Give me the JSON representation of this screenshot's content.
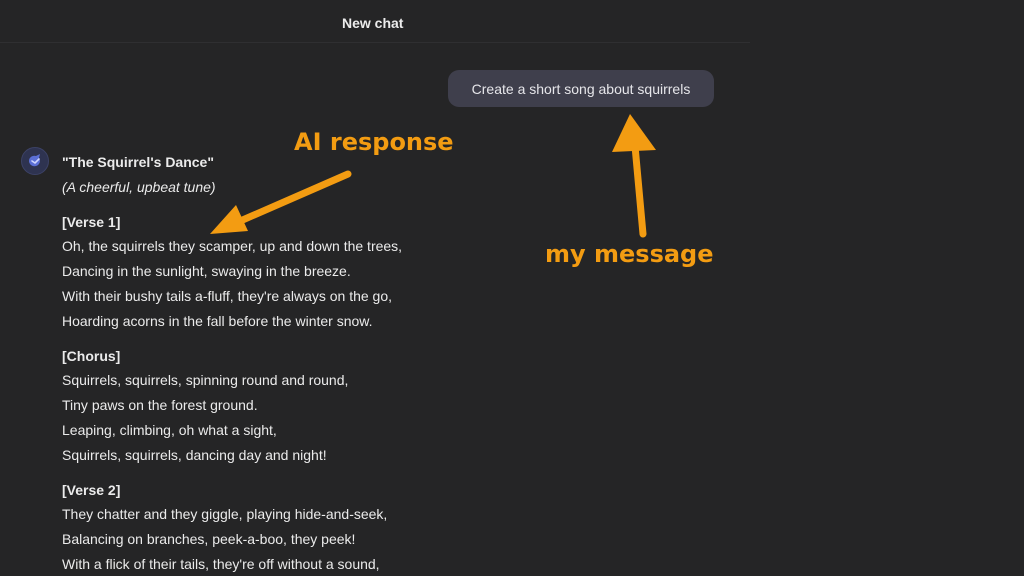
{
  "header": {
    "title": "New chat"
  },
  "user_message": {
    "text": "Create a short song about squirrels"
  },
  "ai_response": {
    "title": "\"The Squirrel's Dance\"",
    "subtitle": "(A cheerful, upbeat tune)",
    "stanzas": [
      {
        "label": "[Verse 1]",
        "lines": [
          "Oh, the squirrels they scamper, up and down the trees,",
          "Dancing in the sunlight, swaying in the breeze.",
          "With their bushy tails a-fluff, they're always on the go,",
          "Hoarding acorns in the fall before the winter snow."
        ]
      },
      {
        "label": "[Chorus]",
        "lines": [
          "Squirrels, squirrels, spinning round and round,",
          "Tiny paws on the forest ground.",
          "Leaping, climbing, oh what a sight,",
          "Squirrels, squirrels, dancing day and night!"
        ]
      },
      {
        "label": "[Verse 2]",
        "lines": [
          "They chatter and they giggle, playing hide-and-seek,",
          "Balancing on branches, peek-a-boo, they peek!",
          "With a flick of their tails, they're off without a sound,"
        ]
      }
    ]
  },
  "annotations": {
    "ai_response_label": "AI response",
    "my_message_label": "my message",
    "color": "#f39c12"
  },
  "icons": {
    "assistant_avatar": "assistant-logo-icon"
  }
}
